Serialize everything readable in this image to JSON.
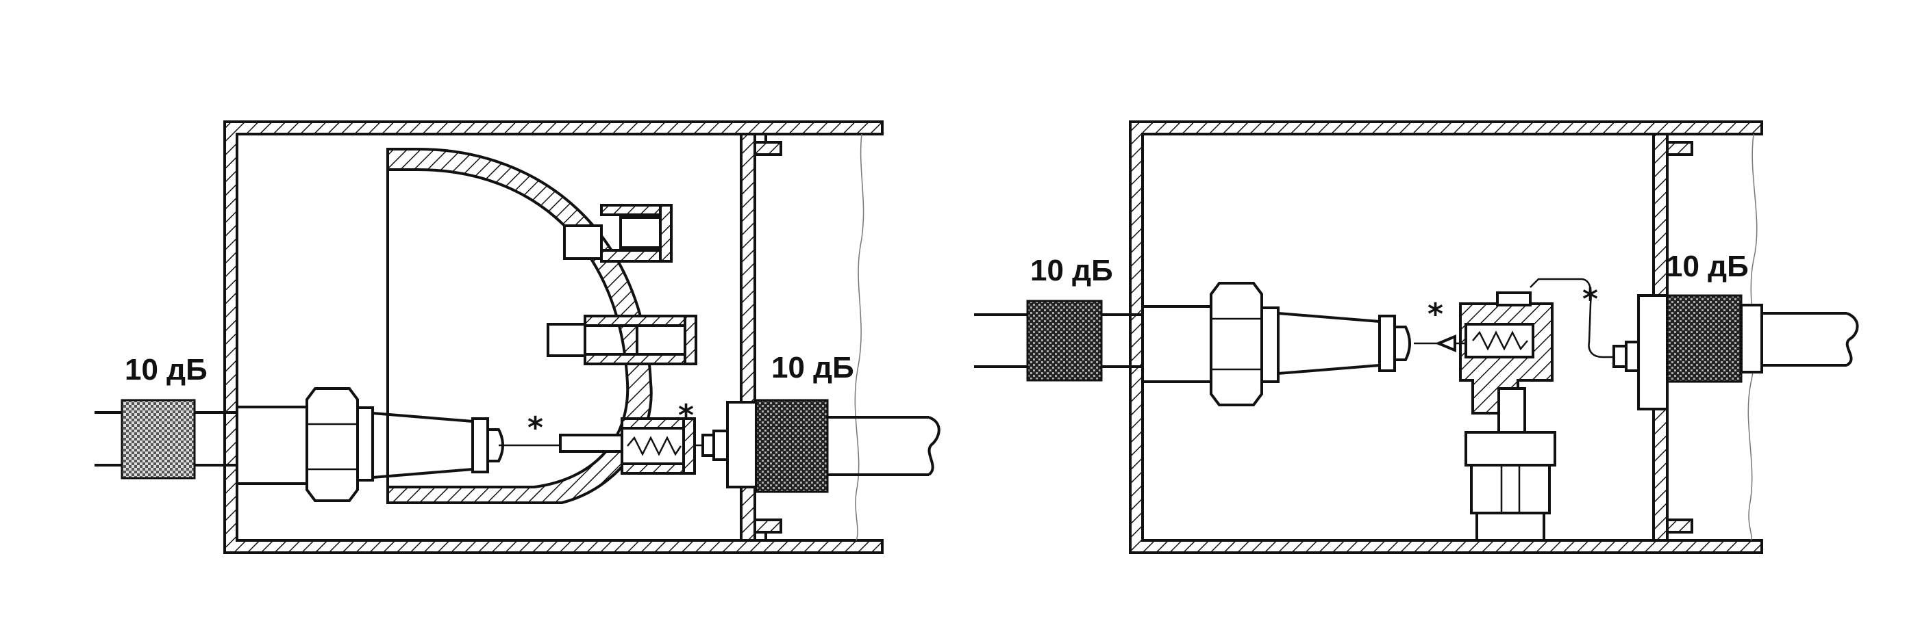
{
  "diagrams": [
    {
      "id": "left-fixture",
      "attenuator_left_label": "10 дБ",
      "attenuator_right_label": "10 дБ",
      "reference_marks": [
        "*",
        "*"
      ]
    },
    {
      "id": "right-fixture",
      "attenuator_left_label": "10 дБ",
      "attenuator_right_label": "10 дБ",
      "reference_marks": [
        "*",
        "*"
      ]
    }
  ],
  "colors": {
    "ink": "#111111",
    "paper": "#ffffff"
  }
}
